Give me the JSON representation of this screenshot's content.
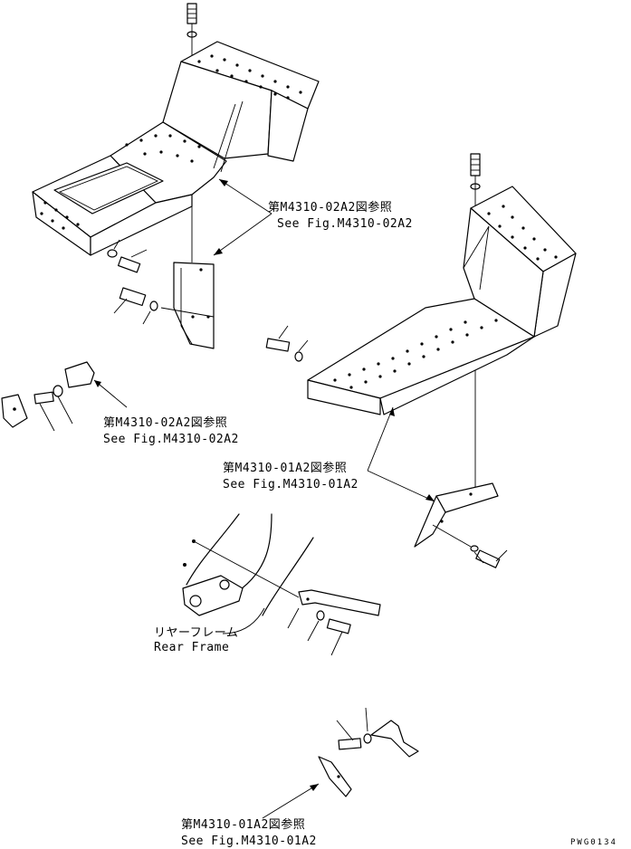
{
  "refs": {
    "top_ref_jp": "第M4310-02A2図参照",
    "top_ref_en": "See Fig.M4310-02A2",
    "left_ref_jp": "第M4310-02A2図参照",
    "left_ref_en": "See Fig.M4310-02A2",
    "mid_ref_jp": "第M4310-01A2図参照",
    "mid_ref_en": "See Fig.M4310-01A2",
    "frame_jp": "リヤーフレーム",
    "frame_en": "Rear Frame",
    "bottom_ref_jp": "第M4310-01A2図参照",
    "bottom_ref_en": "See Fig.M4310-01A2"
  },
  "drawing_code": "PWG0134"
}
